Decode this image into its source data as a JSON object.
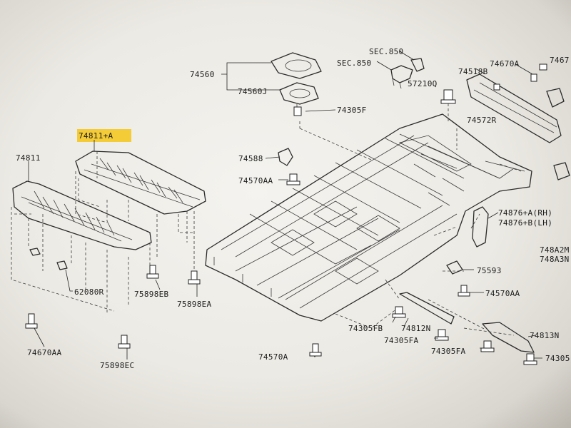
{
  "labels": {
    "p74811": "74811",
    "p74811a": "74811+A",
    "p74560": "74560",
    "p74560j": "74560J",
    "p74305f": "74305F",
    "sec850a": "SEC.850",
    "sec850b": "SEC.850",
    "p57210q": "57210Q",
    "p74518b": "74518B",
    "p74670a": "74670A",
    "p7467": "7467",
    "p74572r": "74572R",
    "p74588": "74588",
    "p74570aa_top": "74570AA",
    "p74876a": "74876+A(RH)",
    "p74876b": "74876+B(LH)",
    "p748a2m": "748A2M",
    "p748a3n": "748A3N",
    "p75593": "75593",
    "p74570aa_right": "74570AA",
    "p62080r": "62080R",
    "p75898eb": "75898EB",
    "p75898ea": "75898EA",
    "p74670aa": "74670AA",
    "p75898ec": "75898EC",
    "p74305fb": "74305FB",
    "p74812n": "74812N",
    "p74305fa_a": "74305FA",
    "p74305fa_b": "74305FA",
    "p74813n": "74813N",
    "p74305_cut": "74305",
    "p74570a": "74570A"
  },
  "highlight_color": "#f5c518",
  "icons": [
    "bolt-icon",
    "clip-icon",
    "grommet-icon"
  ]
}
